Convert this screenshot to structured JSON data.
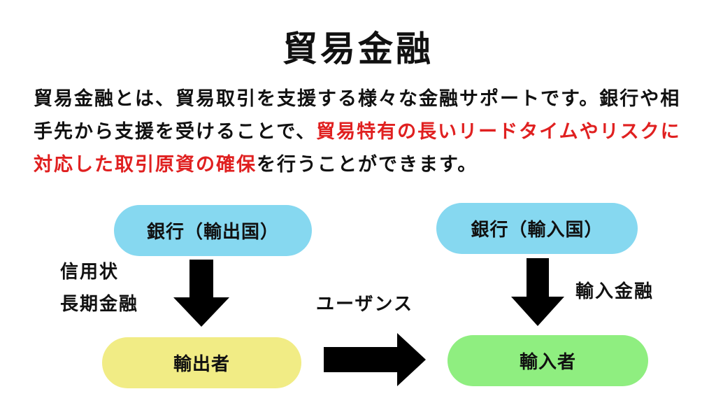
{
  "title": "貿易金融",
  "description": {
    "part1": "貿易金融とは、貿易取引を支援する様々な金融サポートです。銀行や相手先から支援を受けることで、",
    "highlight1": "貿易特有の長いリードタイムやリスクに対応した取引原資の確保",
    "part2": "を行うことができます。"
  },
  "colors": {
    "highlight": "#e02020",
    "bank": "#86d8f0",
    "exporter": "#f1ec85",
    "importer": "#8fee80",
    "arrow": "#000000"
  },
  "diagram": {
    "bank_exporting": "銀行（輸出国）",
    "bank_importing": "銀行（輸入国）",
    "exporter": "輸出者",
    "importer": "輸入者",
    "label_letter_of_credit": "信用状",
    "label_long_term_finance": "長期金融",
    "label_usance": "ユーザンス",
    "label_import_finance": "輸入金融"
  }
}
